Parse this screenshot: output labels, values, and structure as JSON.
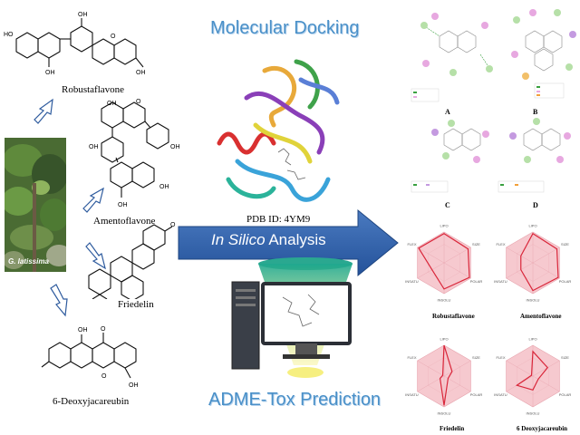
{
  "section_titles": {
    "docking": "Molecular Docking",
    "analysis_italic": "In Silico",
    "analysis_rest": " Analysis",
    "adme": "ADME-Tox Prediction"
  },
  "pdb_label": "PDB ID: 4YM9",
  "plant_label": "G. latissima",
  "compounds": {
    "c1": "Robustaflavone",
    "c2": "Amentoflavone",
    "c3": "Friedelin",
    "c4": "6-Deoxyjacareubin"
  },
  "panel_letters": [
    "A",
    "B",
    "C",
    "D"
  ],
  "radar_titles": [
    "Robustaflavone",
    "Amentoflavone",
    "Friedelin",
    "6 Deoxyjacareubin"
  ],
  "radar_axes": [
    "LIPO",
    "SIZE",
    "POLAR",
    "INSOLU",
    "INSATU",
    "FLEX"
  ],
  "atom_labels": {
    "hydroxyl": "OH",
    "oxygen": "O",
    "ho": "HO"
  },
  "colors": {
    "title_blue": "#4a90c8",
    "arrow_blue": "#2e5b9e",
    "radar_red": "#d9263a",
    "radar_fill": "#f6c9cf"
  }
}
